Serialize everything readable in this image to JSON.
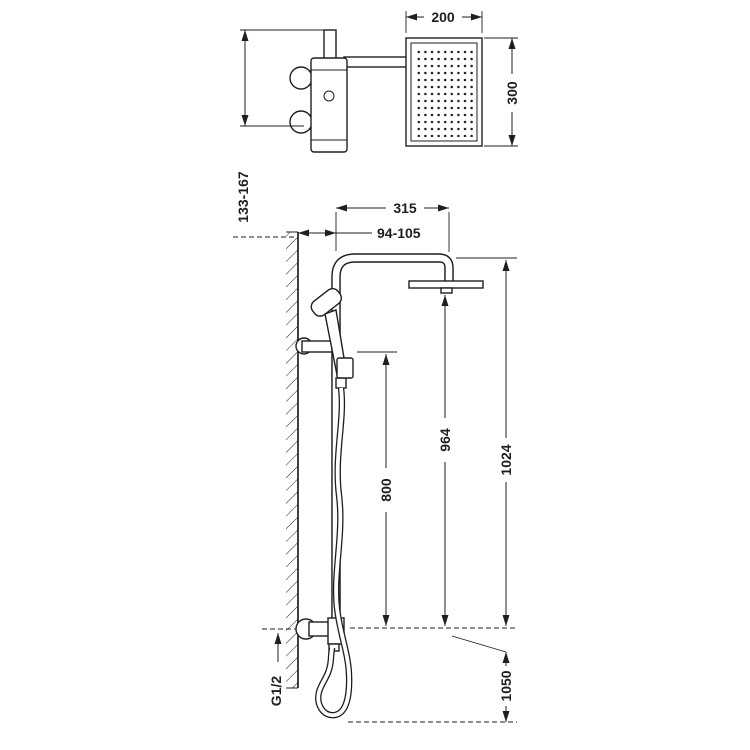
{
  "drawing": {
    "background": "#ffffff",
    "line_color": "#1f1f1f",
    "detail_view": {
      "dim_head_width": "200",
      "dim_head_height": "300",
      "dim_inlet_range": "133-167"
    },
    "main_view": {
      "dim_arm_projection": "315",
      "dim_wall_offset": "94-105",
      "dim_head_to_outlet": "964",
      "dim_holder_to_outlet": "800",
      "dim_column_height": "1024",
      "dim_hose_length": "1050",
      "connection_thread": "G1/2"
    }
  }
}
